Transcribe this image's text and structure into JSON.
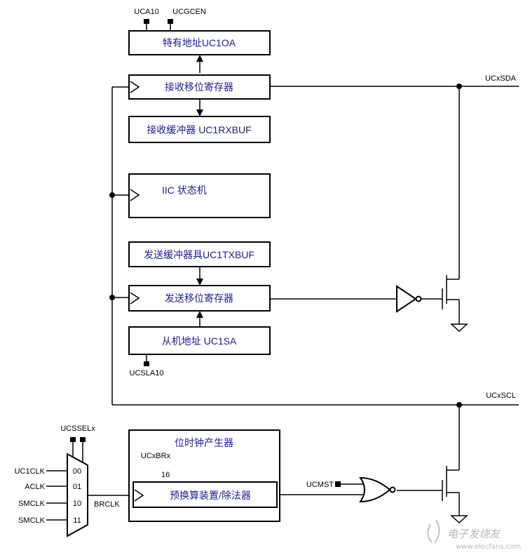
{
  "blocks": {
    "own_address": "特有地址UC1OA",
    "rx_shift": "接收移位寄存器",
    "rx_buffer": "接收缓冲器  UC1RXBUF",
    "state_machine": "IIC 状态机",
    "tx_buffer": "发送缓冲器具UC1TXBUF",
    "tx_shift": "发送移位寄存器",
    "slave_address": "从机地址  UC1SA",
    "bit_clock": "位时钟产生器",
    "prescaler": "预换算装置/除法器"
  },
  "signals": {
    "uca10": "UCA10",
    "ucgcen": "UCGCEN",
    "sda": "UCxSDA",
    "scl": "UCxSCL",
    "ucsla10": "UCSLA10",
    "ucssel": "UCSSELx",
    "ucbr": "UCxBRx",
    "bus_width": "16",
    "brclk": "BRCLK",
    "ucmst": "UCMST"
  },
  "mux_inputs": [
    {
      "label": "UC1CLK",
      "code": "00"
    },
    {
      "label": "ACLK",
      "code": "01"
    },
    {
      "label": "SMCLK",
      "code": "10"
    },
    {
      "label": "SMCLK",
      "code": "11"
    }
  ],
  "watermark": "电子发烧友",
  "watermark_url": "www.elecfans.com"
}
